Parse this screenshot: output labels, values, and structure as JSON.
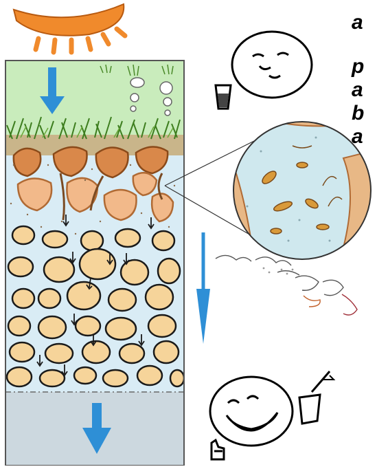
{
  "caption_fragments": [
    "a",
    "p",
    "a",
    "b",
    "a"
  ],
  "icons": {
    "sun": "sun-icon",
    "face_neutral": "sleepy-face-icon",
    "face_happy": "happy-face-icon",
    "cup_dirty": "cup-icon",
    "cup_clean": "cup-icon",
    "thumbs_up": "thumbs-up-icon",
    "magnifier": "microscope-circle-icon",
    "organisms": "organisms-icon"
  },
  "colors": {
    "sun": "#f08a2c",
    "surface_green": "#c9ecbc",
    "soil_top": "#d9b48a",
    "sand_grain": "#f6d49a",
    "water_blue": "#d9ecf5",
    "groundwater": "#ccd8df",
    "arrow_blue": "#2e8fd6"
  }
}
